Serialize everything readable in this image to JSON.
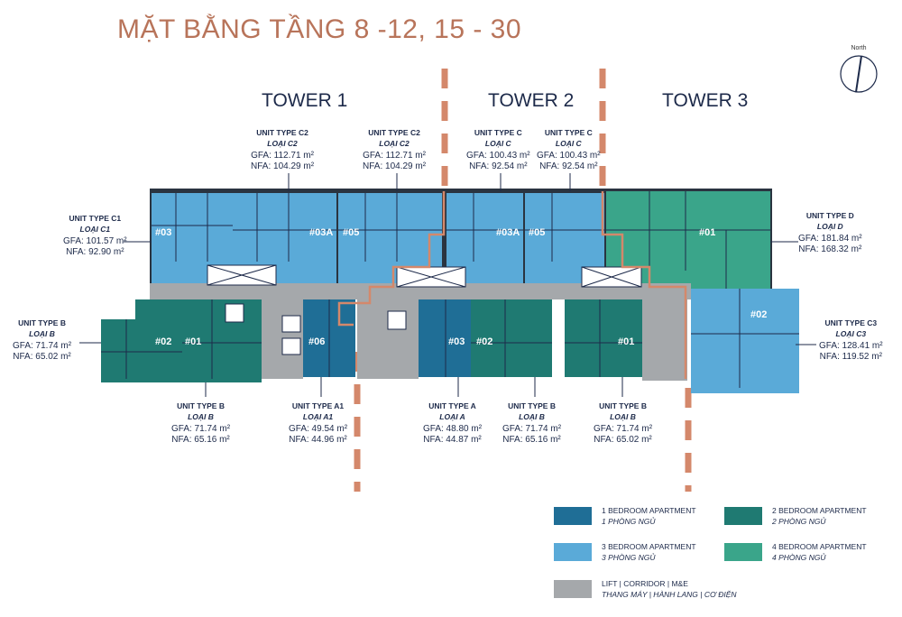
{
  "title": "MẶT BẰNG TẦNG 8 -12, 15 - 30",
  "towers": [
    "TOWER 1",
    "TOWER 2",
    "TOWER 3"
  ],
  "north_label": "North",
  "colors": {
    "bed1": "#1f6e96",
    "bed2": "#1f7a72",
    "bed3": "#5aaad8",
    "bed4": "#3aa58a",
    "core": "#a5a8ab",
    "divider": "#d4886b",
    "title": "#b8745a"
  },
  "units_labels": [
    {
      "id": "c1",
      "type": "UNIT TYPE C1",
      "loai": "LOẠI C1",
      "gfa": "GFA: 101.57 m²",
      "nfa": "NFA: 92.90 m²"
    },
    {
      "id": "c2a",
      "type": "UNIT TYPE C2",
      "loai": "LOẠI C2",
      "gfa": "GFA: 112.71 m²",
      "nfa": "NFA: 104.29 m²"
    },
    {
      "id": "c2b",
      "type": "UNIT TYPE C2",
      "loai": "LOẠI C2",
      "gfa": "GFA: 112.71 m²",
      "nfa": "NFA: 104.29 m²"
    },
    {
      "id": "ca",
      "type": "UNIT TYPE C",
      "loai": "LOẠI C",
      "gfa": "GFA: 100.43 m²",
      "nfa": "NFA: 92.54 m²"
    },
    {
      "id": "cb",
      "type": "UNIT TYPE C",
      "loai": "LOẠI C",
      "gfa": "GFA: 100.43 m²",
      "nfa": "NFA: 92.54 m²"
    },
    {
      "id": "d",
      "type": "UNIT TYPE D",
      "loai": "LOẠI D",
      "gfa": "GFA: 181.84 m²",
      "nfa": "NFA: 168.32 m²"
    },
    {
      "id": "b_left",
      "type": "UNIT TYPE B",
      "loai": "LOẠI B",
      "gfa": "GFA: 71.74 m²",
      "nfa": "NFA: 65.02 m²"
    },
    {
      "id": "c3",
      "type": "UNIT TYPE C3",
      "loai": "LOẠI C3",
      "gfa": "GFA: 128.41 m²",
      "nfa": "NFA: 119.52 m²"
    },
    {
      "id": "b1",
      "type": "UNIT TYPE B",
      "loai": "LOẠI B",
      "gfa": "GFA: 71.74 m²",
      "nfa": "NFA: 65.16 m²"
    },
    {
      "id": "a1",
      "type": "UNIT TYPE A1",
      "loai": "LOẠI A1",
      "gfa": "GFA: 49.54 m²",
      "nfa": "NFA: 44.96 m²"
    },
    {
      "id": "a",
      "type": "UNIT TYPE A",
      "loai": "LOẠI A",
      "gfa": "GFA: 48.80 m²",
      "nfa": "NFA: 44.87 m²"
    },
    {
      "id": "b2",
      "type": "UNIT TYPE B",
      "loai": "LOẠI B",
      "gfa": "GFA: 71.74 m²",
      "nfa": "NFA: 65.16 m²"
    },
    {
      "id": "b3",
      "type": "UNIT TYPE B",
      "loai": "LOẠI B",
      "gfa": "GFA: 71.74 m²",
      "nfa": "NFA: 65.02 m²"
    }
  ],
  "unit_numbers": [
    "#03",
    "#03A",
    "#05",
    "#03A",
    "#05",
    "#01",
    "#02",
    "#01",
    "#06",
    "#03",
    "#02",
    "#01",
    "#02"
  ],
  "legend": [
    {
      "label": "1 BEDROOM APARTMENT",
      "vi": "1 PHÒNG NGỦ",
      "color": "#1f6e96"
    },
    {
      "label": "2 BEDROOM APARTMENT",
      "vi": "2 PHÒNG NGỦ",
      "color": "#1f7a72"
    },
    {
      "label": "3 BEDROOM APARTMENT",
      "vi": "3 PHÒNG NGỦ",
      "color": "#5aaad8"
    },
    {
      "label": "4 BEDROOM APARTMENT",
      "vi": "4 PHÒNG NGỦ",
      "color": "#3aa58a"
    },
    {
      "label": "LIFT | CORRIDOR | M&E",
      "vi": "THANG MÁY | HÀNH LANG | CƠ ĐIỆN",
      "color": "#a5a8ab"
    }
  ]
}
